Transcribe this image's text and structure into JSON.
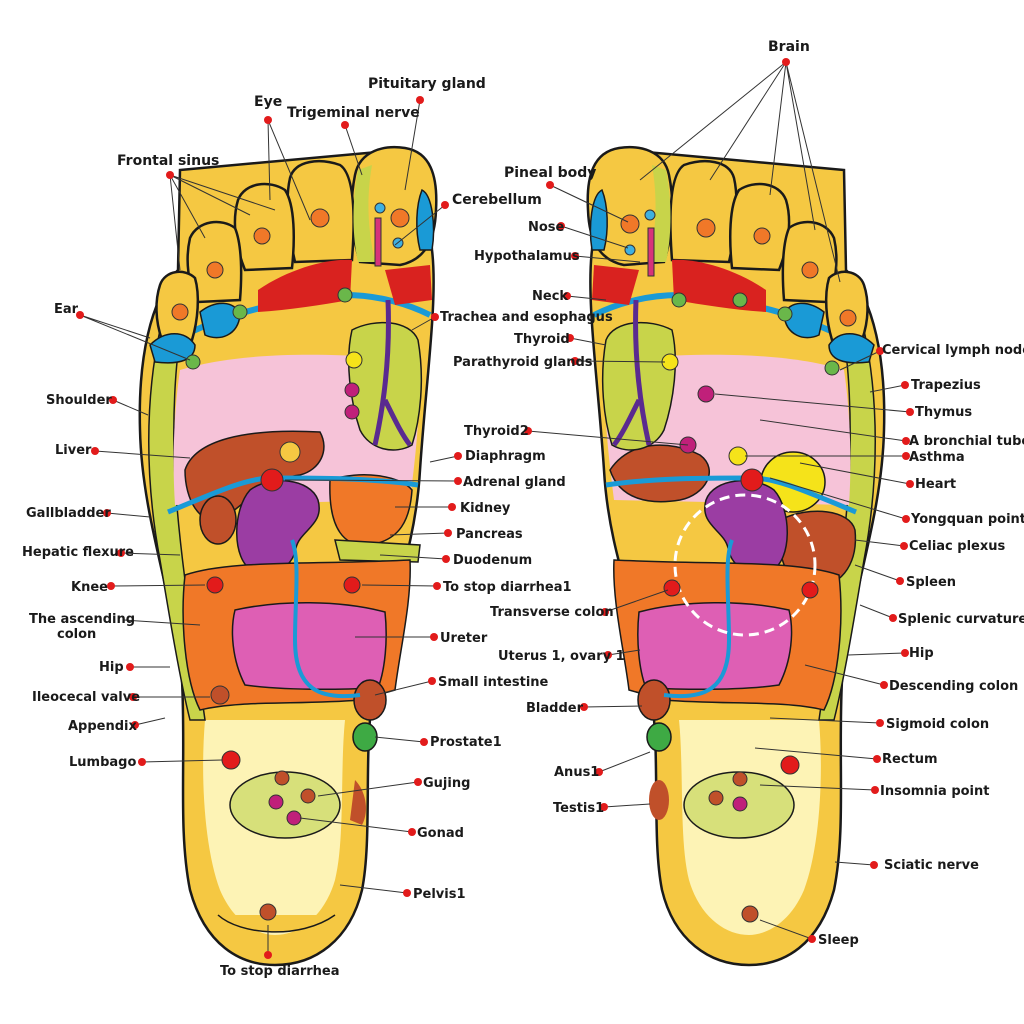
{
  "colors": {
    "sole_outer": "#f5c842",
    "sole_inner": "#fdf3b5",
    "lateral_band": "#c8d44a",
    "chest_pink": "#f6c3d8",
    "liver_brown": "#c0502a",
    "kidney_purple": "#9b3da3",
    "colon_orange": "#f07828",
    "intestine_magenta": "#de5fb4",
    "nerve_blue": "#1a9ad6",
    "toe_red": "#d9221f",
    "heart_yellow": "#f5e31a",
    "point_red": "#e21b1b",
    "gonad_green": "#d7e07a"
  },
  "left_labels": {
    "frontal_sinus": "Frontal sinus",
    "eye": "Eye",
    "pituitary": "Pituitary gland",
    "trigeminal": "Trigeminal nerve",
    "cerebellum": "Cerebellum",
    "ear": "Ear",
    "shoulder": "Shoulder",
    "liver": "Liver",
    "gallbladder": "Gallbladder",
    "hepatic_flexure": "Hepatic flexure",
    "knee": "Knee",
    "ascending_colon_1": "The ascending",
    "ascending_colon_2": "colon",
    "hip": "Hip",
    "ileocecal": "Ileocecal valve",
    "appendix": "Appendix",
    "lumbago": "Lumbago",
    "to_stop_diarrhea_bottom": "To stop diarrhea"
  },
  "middle_labels": {
    "trachea": "Trachea and esophagus",
    "thyroid2": "Thyroid2",
    "diaphragm": "Diaphragm",
    "adrenal": "Adrenal gland",
    "kidney": "Kidney",
    "pancreas": "Pancreas",
    "duodenum": "Duodenum",
    "to_stop_diarrhea1": "To stop diarrhea1",
    "ureter": "Ureter",
    "small_intestine": "Small intestine",
    "prostate": "Prostate1",
    "gujing": "Gujing",
    "gonad": "Gonad",
    "pelvis": "Pelvis1"
  },
  "right_side_left_labels": {
    "pineal": "Pineal body",
    "nose": "Nose",
    "hypothalamus": "Hypothalamus",
    "neck": "Neck",
    "thyroid": "Thyroid",
    "parathyroid": "Parathyroid glands",
    "transverse_colon": "Transverse colon",
    "uterus": "Uterus 1, ovary 1",
    "bladder": "Bladder",
    "anus": "Anus1",
    "testis": "Testis1"
  },
  "right_labels": {
    "brain": "Brain",
    "cervical_lymph": "Cervical lymph node",
    "trapezius": "Trapezius",
    "thymus": "Thymus",
    "bronchial": "A bronchial tube",
    "asthma": "Asthma",
    "heart": "Heart",
    "yongquan": "Yongquan point",
    "celiac": "Celiac plexus",
    "spleen": "Spleen",
    "splenic_curvature": "Splenic curvature",
    "hip": "Hip",
    "descending_colon": "Descending colon",
    "sigmoid_colon": "Sigmoid colon",
    "rectum": "Rectum",
    "insomnia": "Insomnia point",
    "sciatic": "Sciatic nerve",
    "sleep": "Sleep"
  }
}
